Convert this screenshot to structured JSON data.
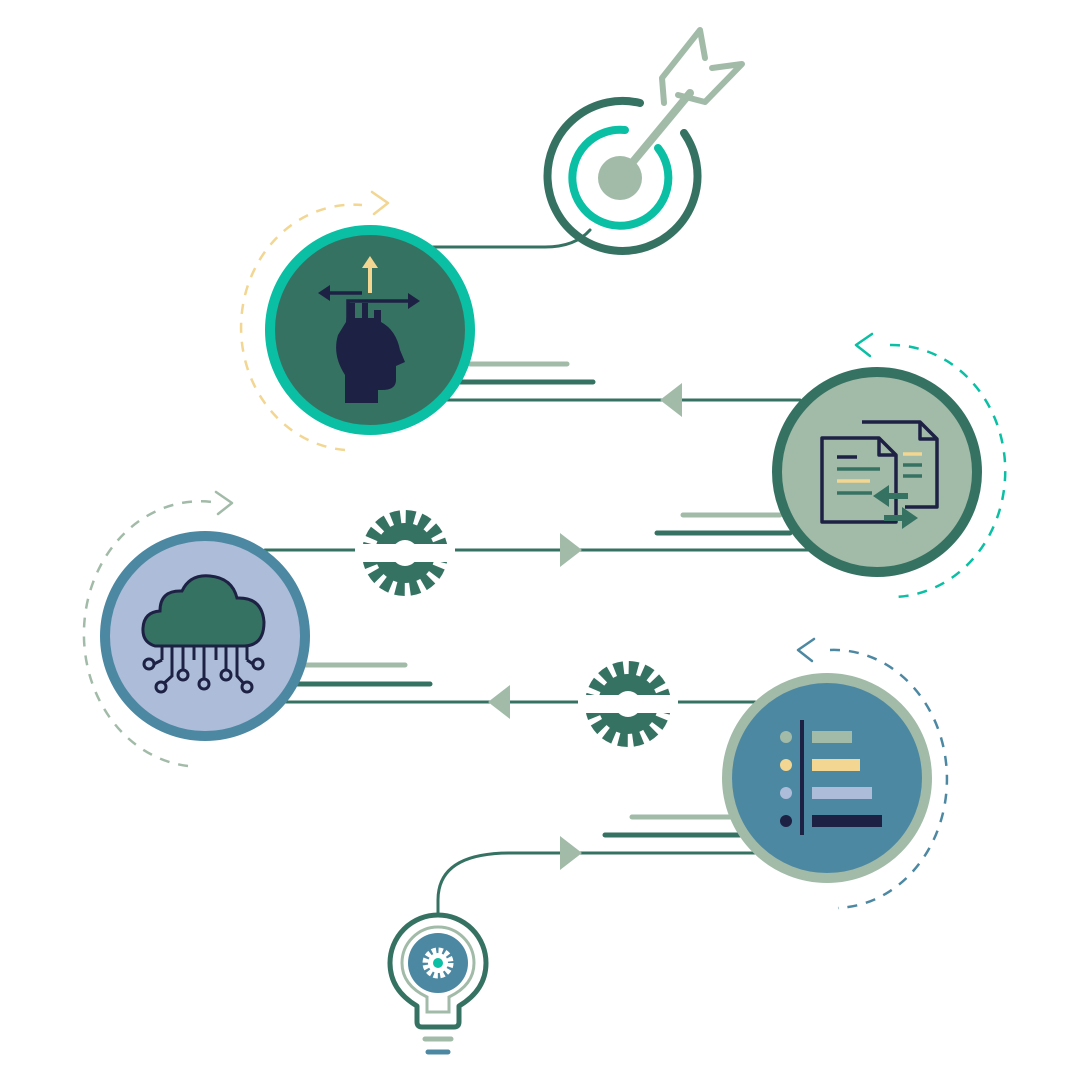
{
  "colors": {
    "dark_green": "#367262",
    "teal": "#0ABFA3",
    "sage": "#A2BBA8",
    "navy": "#1D2144",
    "cream": "#F2D691",
    "steel_blue": "#4D88A3",
    "lavender": "#ADBDD9",
    "background": "#FFFFFF"
  },
  "diagram": {
    "type": "roadmap-infographic",
    "text_labels": [],
    "milestones": [
      {
        "icon": "target-arrow-icon",
        "ring_color": "dark_green"
      },
      {
        "icon": "decision-head-icon",
        "ring_color": "teal",
        "fill_color": "dark_green"
      },
      {
        "icon": "documents-exchange-icon",
        "ring_color": "dark_green",
        "fill_color": "sage"
      },
      {
        "icon": "cloud-network-icon",
        "ring_color": "steel_blue",
        "fill_color": "lavender"
      },
      {
        "icon": "bar-list-icon",
        "ring_color": "sage",
        "fill_color": "steel_blue"
      },
      {
        "icon": "lightbulb-gear-icon",
        "ring_color": "dark_green"
      }
    ],
    "connectors": [
      "gear-icon",
      "gear-icon"
    ],
    "flow_direction": "bottom-to-top"
  }
}
